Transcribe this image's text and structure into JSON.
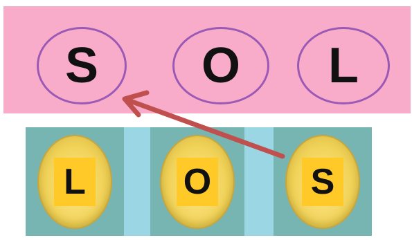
{
  "target_word": {
    "letters": [
      "S",
      "O",
      "L"
    ],
    "background_color": "#f9acc9",
    "ring_color": "#9b59b6"
  },
  "scrambled_tiles": {
    "letters": [
      "L",
      "O",
      "S"
    ],
    "button_color": "#f1d35a",
    "label_color": "#ffc928",
    "gap_color": "#9ad6e4"
  },
  "arrow": {
    "from_tile": "S",
    "to_ring": "S",
    "color": "#c0504d"
  }
}
